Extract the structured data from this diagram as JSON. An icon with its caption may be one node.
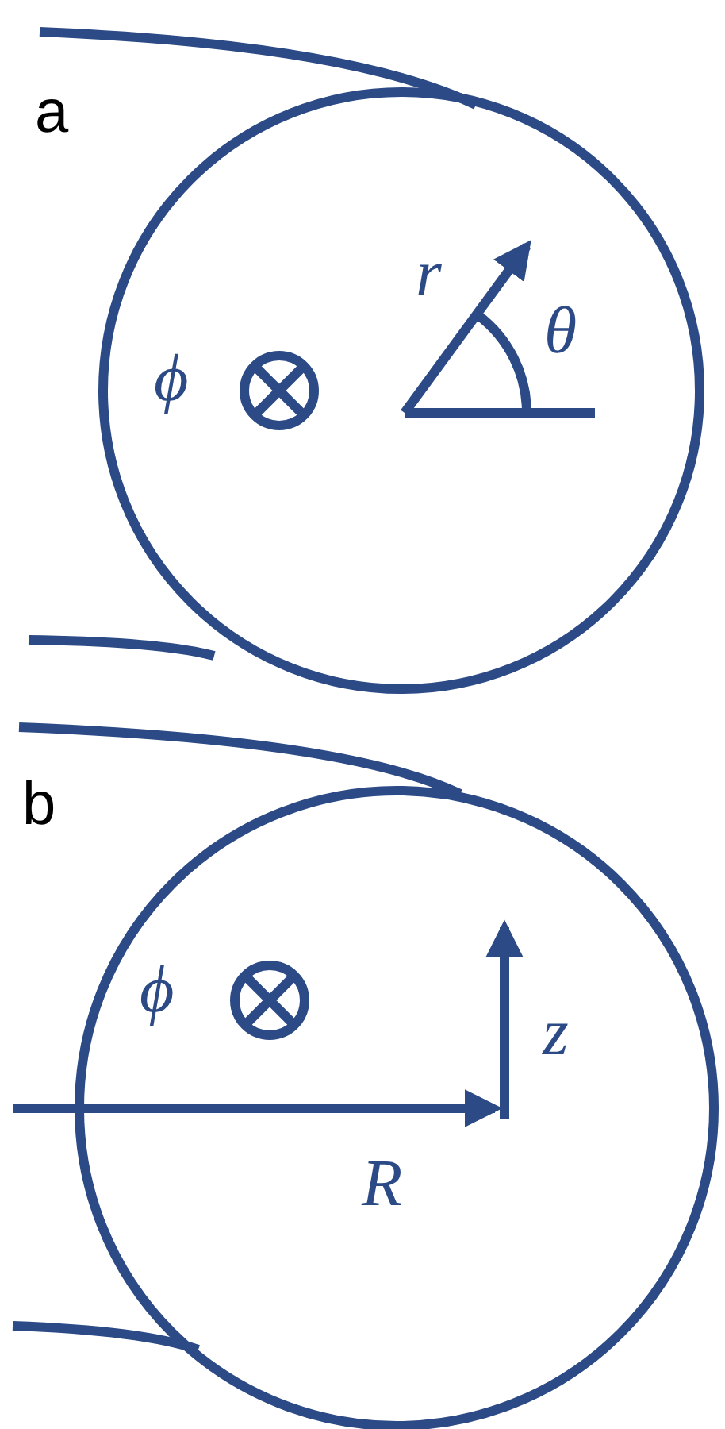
{
  "diagram": {
    "labels": [
      "a",
      "r",
      "θ",
      "ϕ",
      "b",
      "ϕ",
      "z",
      "R"
    ]
  }
}
